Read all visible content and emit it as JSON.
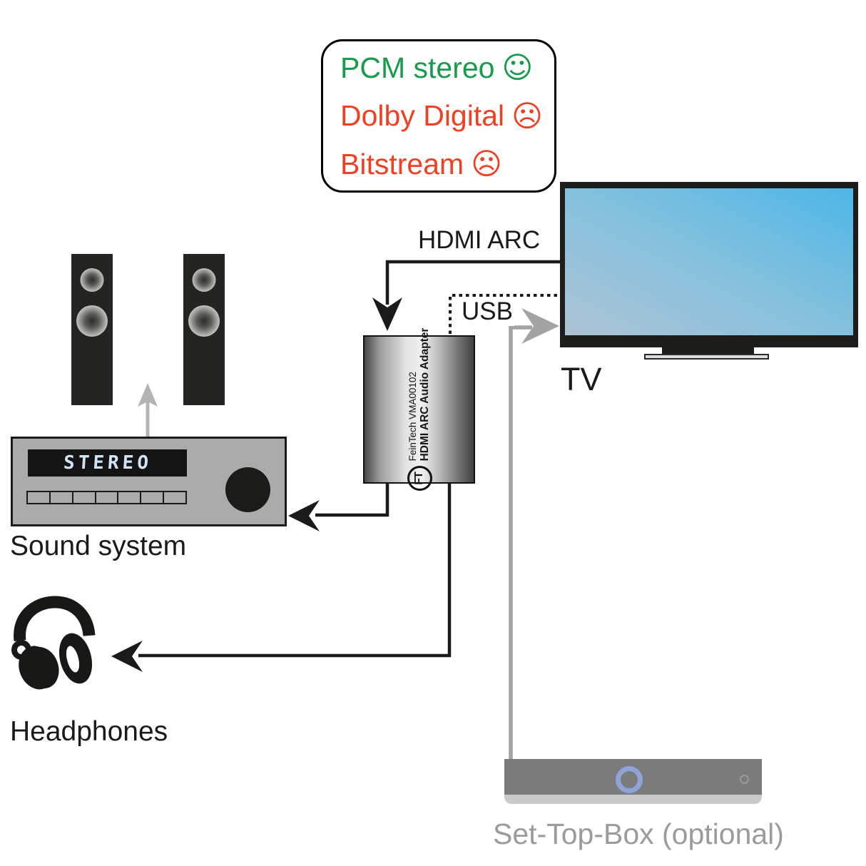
{
  "colors": {
    "green": "#169c4b",
    "red": "#f04023",
    "ink": "#1a1a1a",
    "connector_gray": "#a3a3a3",
    "speaker_arrow_gray": "#b3b3b3",
    "device_gray": "#ababab",
    "display_text": "#cfe4f4",
    "screen_muted": "#aec3d4",
    "screen_light": "#4db6e8",
    "stb_body": "#7b7b7b",
    "stb_strip": "#c9c9c9",
    "stb_ring": "#8fa3d9",
    "label_gray": "#9b9b9b"
  },
  "callout": {
    "lines": [
      {
        "label": "PCM stereo",
        "icon": "☺",
        "icon_name": "happy-face-icon",
        "color": "#169c4b"
      },
      {
        "label": "Dolby Digital",
        "icon": "☹",
        "icon_name": "sad-face-icon",
        "color": "#f04023"
      },
      {
        "label": "Bitstream",
        "icon": "☹",
        "icon_name": "sad-face-icon",
        "color": "#f04023"
      }
    ]
  },
  "connections": {
    "hdmi_arc": "HDMI ARC",
    "usb": "USB"
  },
  "tv": {
    "label": "TV"
  },
  "adapter": {
    "brand_model": "FeinTech VMA00102",
    "product": "HDMI ARC Audio Adapter",
    "logo": "FT"
  },
  "sound_system": {
    "label": "Sound system",
    "display": "STEREO",
    "preset_button_count": 7
  },
  "headphones": {
    "label": "Headphones"
  },
  "set_top_box": {
    "label": "Set-Top-Box (optional)"
  }
}
